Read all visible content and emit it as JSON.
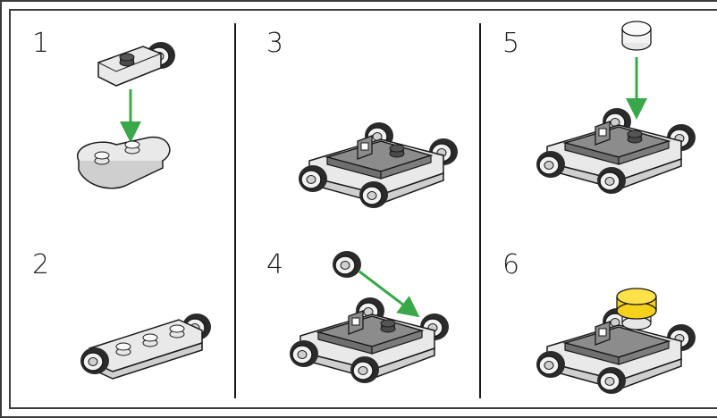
{
  "instructions": {
    "steps": [
      {
        "number": "1",
        "illustration": "plate-with-wheel-onto-oval-plate"
      },
      {
        "number": "2",
        "illustration": "two-plates-combined-with-wheels"
      },
      {
        "number": "3",
        "illustration": "clip-plate-added-on-chassis"
      },
      {
        "number": "4",
        "illustration": "wheel-attached-to-chassis"
      },
      {
        "number": "5",
        "illustration": "round-tile-onto-stud"
      },
      {
        "number": "6",
        "illustration": "finished-cart-with-yellow-top"
      }
    ]
  },
  "colors": {
    "frame": "#3b3b3b",
    "brick_light": "#d9d9d9",
    "brick_mid": "#a9a9a9",
    "brick_dark": "#6f6f6f",
    "outline": "#1a1a1a",
    "arrow": "#3aa84a",
    "yellow": "#f5d11e"
  }
}
